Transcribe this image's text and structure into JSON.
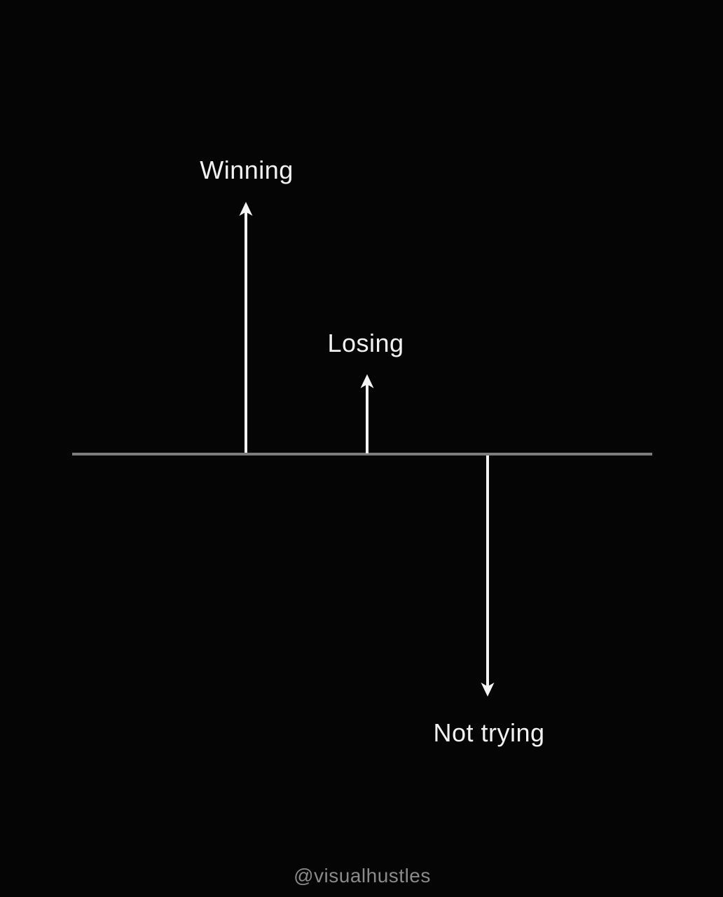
{
  "diagram": {
    "labels": {
      "winning": "Winning",
      "losing": "Losing",
      "not_trying": "Not trying"
    },
    "arrows": [
      {
        "label": "Winning",
        "direction": "up",
        "relative_length": "long"
      },
      {
        "label": "Losing",
        "direction": "up",
        "relative_length": "short"
      },
      {
        "label": "Not trying",
        "direction": "down",
        "relative_length": "long"
      }
    ],
    "colors": {
      "background": "#050505",
      "arrow": "#f4f4f4",
      "baseline": "#7c7c7c",
      "label_text": "#f2f2f2",
      "watermark_text": "#8a8a8a"
    }
  },
  "footer": {
    "watermark": "@visualhustles"
  }
}
